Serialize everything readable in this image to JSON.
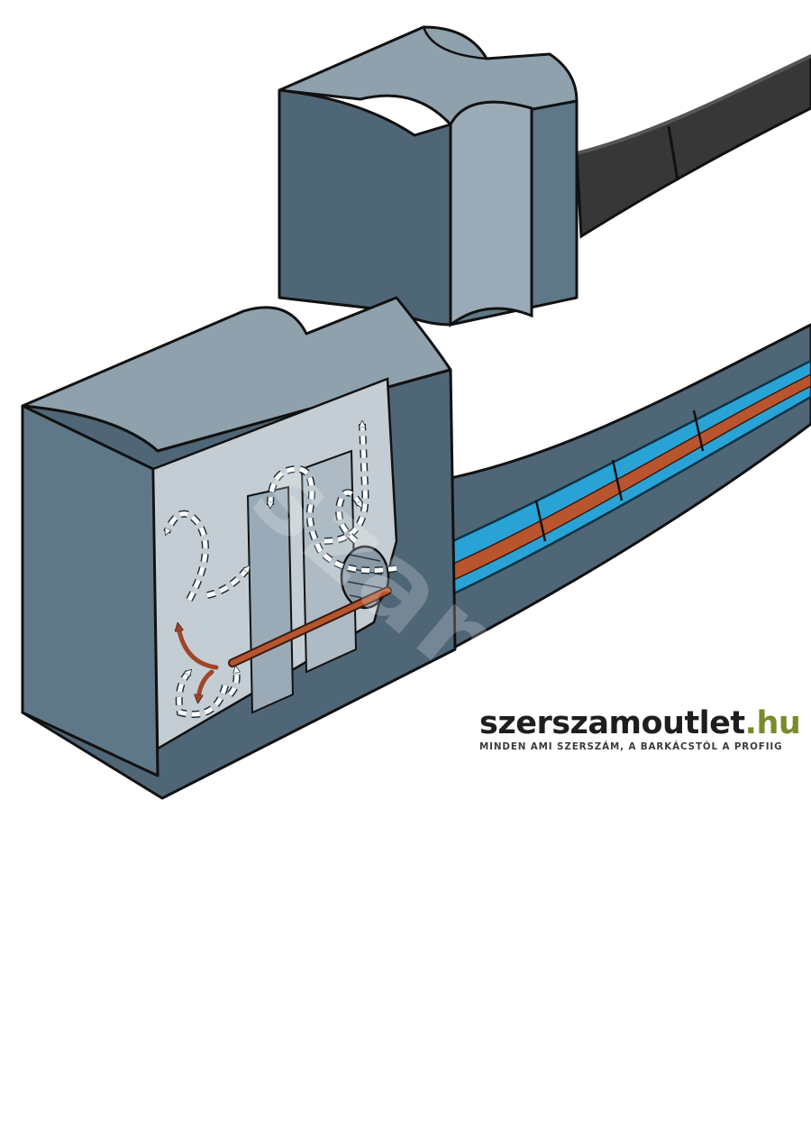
{
  "watermark": {
    "text": "szamoutlet.hu"
  },
  "logo": {
    "name_main": "szerszamoutlet",
    "name_tld": ".hu",
    "tagline": "MINDEN AMI SZERSZÁM, A BARKÁCSTÓL A PROFIIG"
  },
  "colors": {
    "body_dark": "#4f6677",
    "body_mid": "#5f7888",
    "body_light": "#9aabb7",
    "top_face": "#8fa1ad",
    "cavity": "#c4cdd3",
    "cable": "#373737",
    "hose_blue": "#29a3d6",
    "copper": "#b8552e",
    "gas_arrow": "#ffffff",
    "heat_arrow": "#a0452a",
    "logo_accent": "#7b8a2c"
  },
  "icons": {
    "gas_flow": "dashed-arrow-icon",
    "heat_flow": "solid-arrow-icon"
  }
}
